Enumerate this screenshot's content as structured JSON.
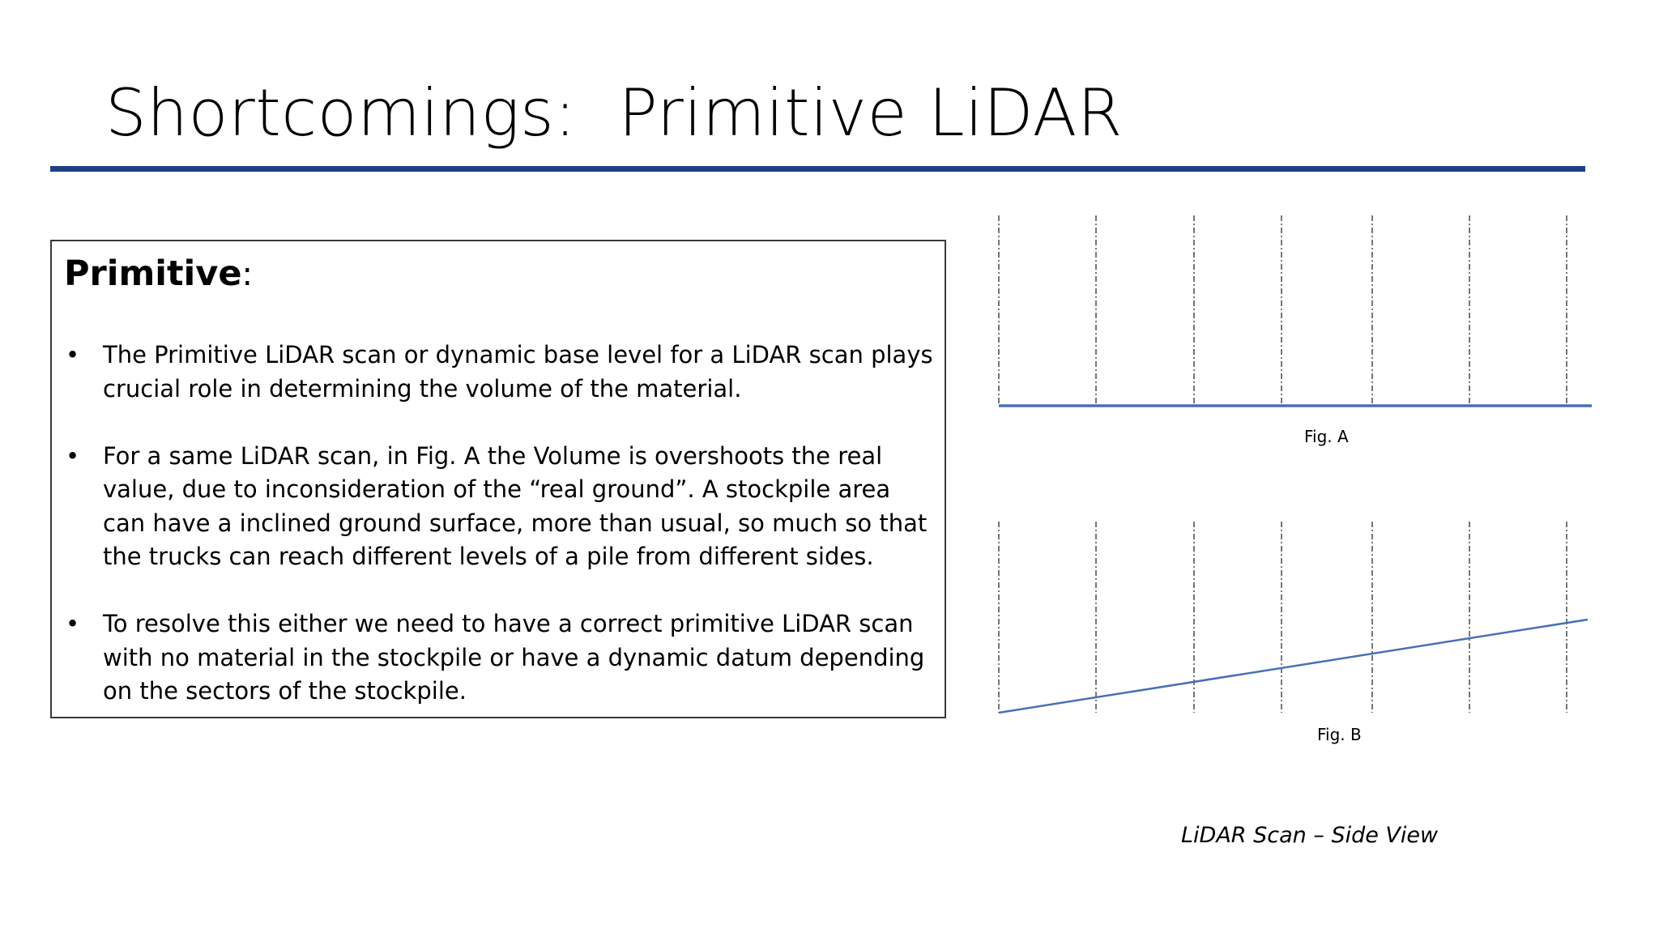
{
  "title": "Shortcomings:  Primitive LiDAR",
  "box": {
    "heading_bold": "Primitive",
    "heading_colon": ":",
    "bullet_symbol": "•",
    "bullets": [
      "The Primitive LiDAR scan or dynamic base level for a LiDAR scan plays crucial role in determining the volume of the material.",
      "For a same LiDAR scan, in Fig. A the Volume is overshoots the real value, due to inconsideration of the “real ground”. A stockpile area can have a inclined ground surface, more than usual, so much so that the trucks can reach different levels of a pile from different sides.",
      "To resolve this either we need to have a correct primitive LiDAR scan with no material in the stockpile or have a dynamic datum depending on the sectors of the stockpile."
    ]
  },
  "figures": {
    "fig_a_label": "Fig. A",
    "fig_b_label": "Fig. B",
    "caption": "LiDAR Scan – Side View",
    "line_color": "#4a6fb5",
    "rule_color": "#1f3f84"
  }
}
